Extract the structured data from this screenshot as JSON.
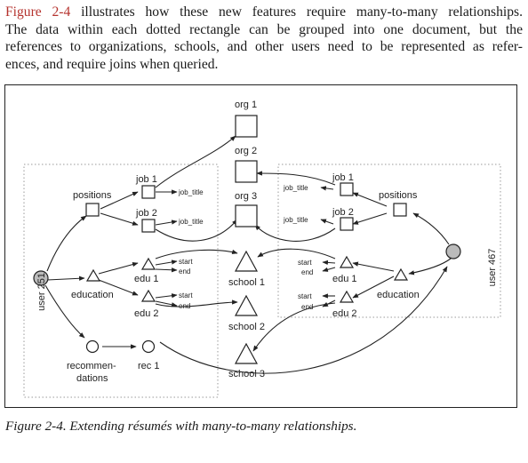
{
  "paragraph": {
    "figure_ref": "Figure 2-4",
    "line1_rest": " illustrates how these new features require many-to-many relationships.",
    "line2": "The data within each dotted rectangle can be grouped into one document, but the",
    "line3": "references to organizations, schools, and other users need to be represented as refer-",
    "line4": "ences, and require joins when queried."
  },
  "caption": "Figure 2-4. Extending résumés with many-to-many relationships.",
  "diagram": {
    "user_left": "user 251",
    "user_right": "user 467",
    "positions_left": "positions",
    "positions_right": "positions",
    "education_left": "education",
    "education_right": "education",
    "recommendations_1": "recommen-",
    "recommendations_2": "dations",
    "rec1": "rec 1",
    "job1_left": "job 1",
    "job2_left": "job 2",
    "job1_right": "job 1",
    "job2_right": "job 2",
    "job_title": "job_title",
    "edu1_left": "edu 1",
    "edu2_left": "edu 2",
    "edu1_right": "edu 1",
    "edu2_right": "edu 2",
    "start": "start",
    "end": "end",
    "org1": "org 1",
    "org2": "org 2",
    "org3": "org 3",
    "school1": "school 1",
    "school2": "school 2",
    "school3": "school 3"
  }
}
